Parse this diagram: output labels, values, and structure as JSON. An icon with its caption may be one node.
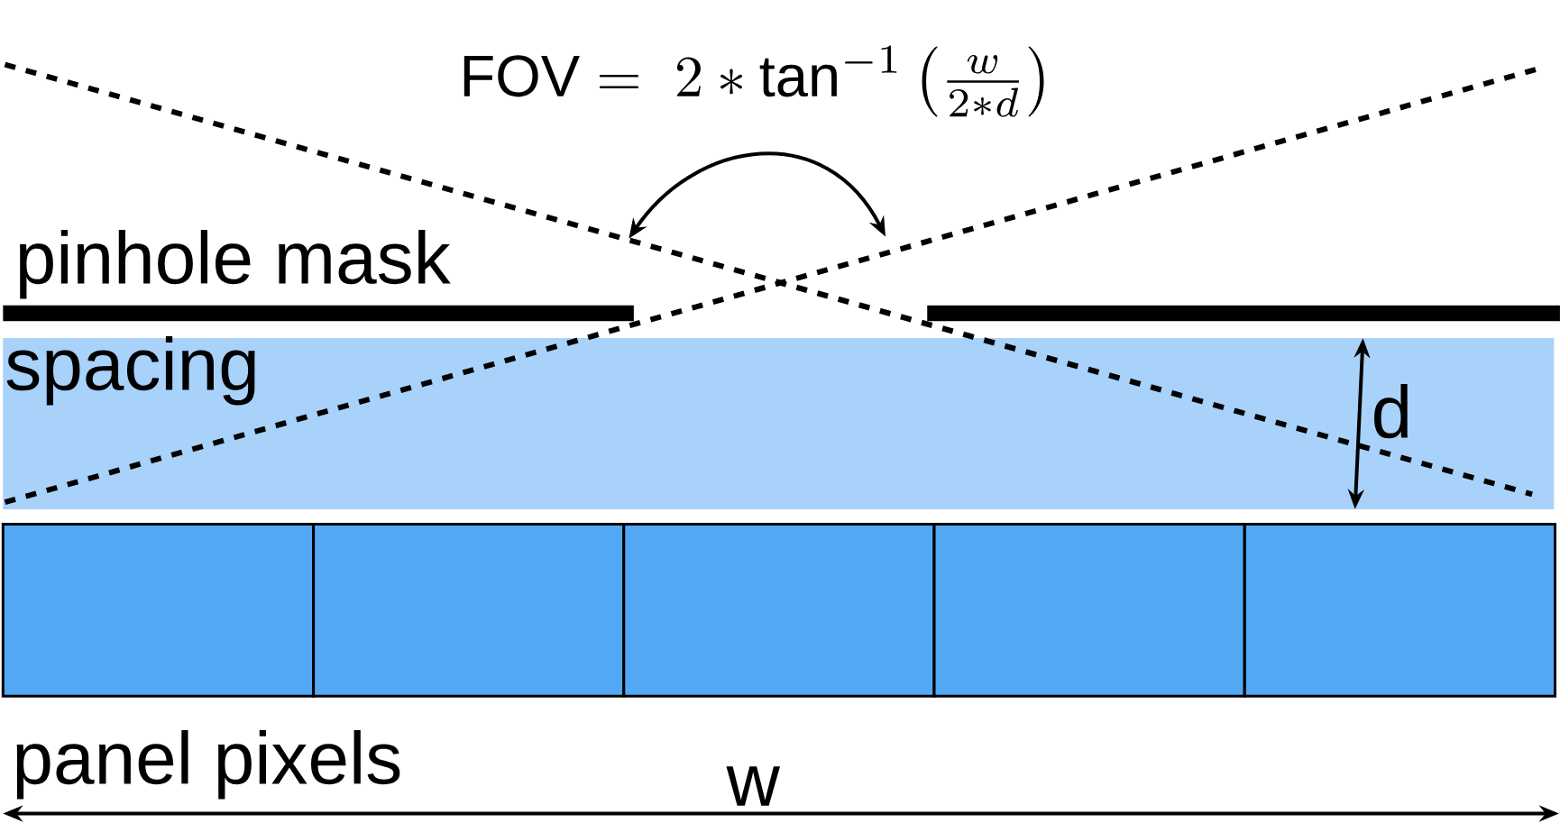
{
  "diagram": {
    "nodes": [
      {
        "text": [],
        "shape": "bar",
        "beside": [
          "pinhole mask"
        ]
      },
      {
        "text": [],
        "shape": "bar"
      },
      {
        "text": [
          "spacing"
        ]
      },
      {
        "text": [],
        "shape": "box"
      },
      {
        "text": [],
        "shape": "box"
      },
      {
        "text": [],
        "shape": "box"
      },
      {
        "text": [],
        "shape": "box"
      },
      {
        "text": [],
        "shape": "box"
      }
    ],
    "labels": [
      "\\mathrm{FOV} = \\ 2 * \\tan^{-1}\\left(\\frac{w}{2 * d}\\right)",
      "d",
      "panel pixels",
      "w"
    ]
  }
}
